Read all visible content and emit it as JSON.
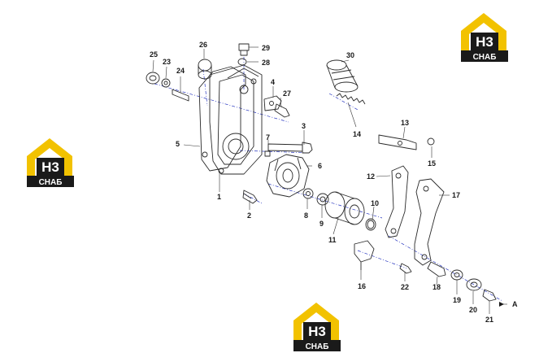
{
  "brand": {
    "logo_letters": "H3",
    "logo_caption": "СНАБ",
    "colors": {
      "yellow": "#f2c200",
      "black": "#1a1a1a",
      "white": "#ffffff"
    }
  },
  "diagram": {
    "axis_color": "#2a38c0",
    "callouts": {
      "c1": "1",
      "c2": "2",
      "c3": "3",
      "c4": "4",
      "c5": "5",
      "c6": "6",
      "c7": "7",
      "c8": "8",
      "c9": "9",
      "c10": "10",
      "c11": "11",
      "c12": "12",
      "c13": "13",
      "c14": "14",
      "c15": "15",
      "c16": "16",
      "c17": "17",
      "c18": "18",
      "c19": "19",
      "c20": "20",
      "c21": "21",
      "c22": "22",
      "c23": "23",
      "c24": "24",
      "c25": "25",
      "c26": "26",
      "c27": "27",
      "c28": "28",
      "c29": "29",
      "c30": "30",
      "arrow_a": "A"
    }
  }
}
